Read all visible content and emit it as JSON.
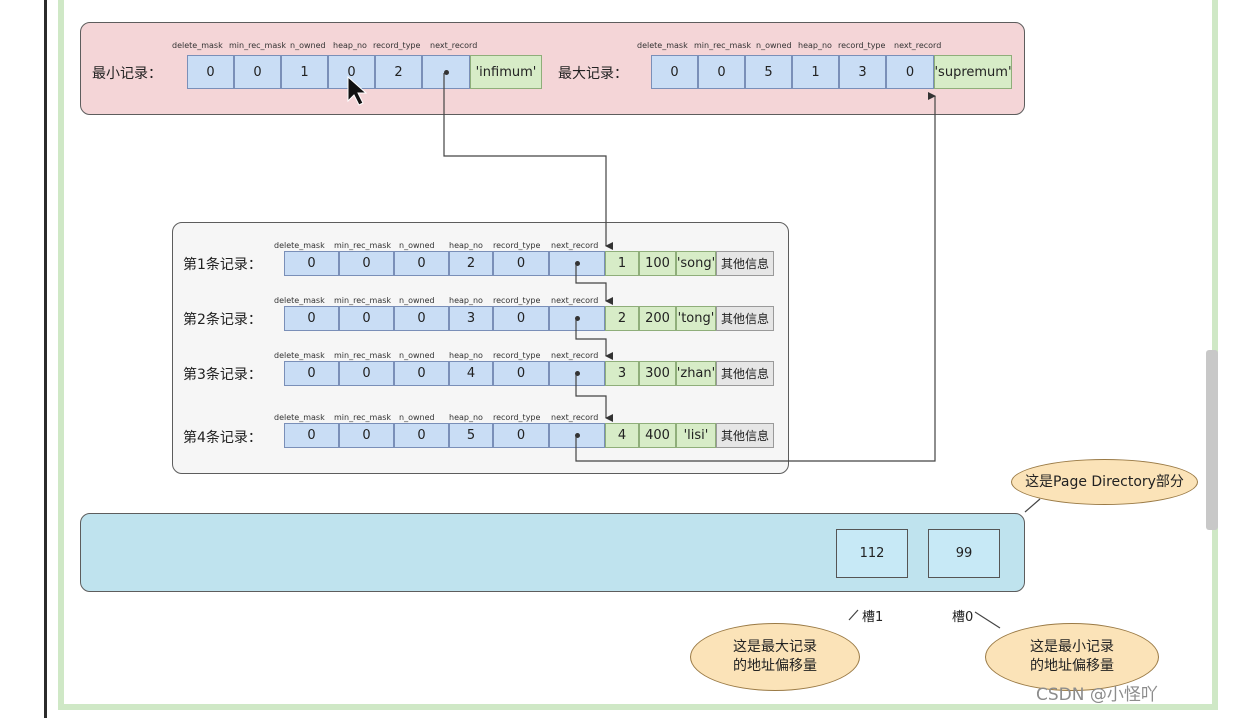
{
  "field_headers": [
    "delete_mask",
    "min_rec_mask",
    "n_owned",
    "heap_no",
    "record_type",
    "next_record"
  ],
  "infimum": {
    "label": "最小记录：",
    "values": [
      "0",
      "0",
      "1",
      "0",
      "2"
    ],
    "name": "'infimum'"
  },
  "supremum": {
    "label": "最大记录：",
    "values": [
      "0",
      "0",
      "5",
      "1",
      "3",
      "0"
    ],
    "name": "'supremum'"
  },
  "records": [
    {
      "label": "第1条记录：",
      "values": [
        "0",
        "0",
        "0",
        "2",
        "0"
      ],
      "c1": "1",
      "c2": "100",
      "c3": "'song'",
      "c4": "其他信息"
    },
    {
      "label": "第2条记录：",
      "values": [
        "0",
        "0",
        "0",
        "3",
        "0"
      ],
      "c1": "2",
      "c2": "200",
      "c3": "'tong'",
      "c4": "其他信息"
    },
    {
      "label": "第3条记录：",
      "values": [
        "0",
        "0",
        "0",
        "4",
        "0"
      ],
      "c1": "3",
      "c2": "300",
      "c3": "'zhan'",
      "c4": "其他信息"
    },
    {
      "label": "第4条记录：",
      "values": [
        "0",
        "0",
        "0",
        "5",
        "0"
      ],
      "c1": "4",
      "c2": "400",
      "c3": "'lisi'",
      "c4": "其他信息"
    }
  ],
  "page_directory": {
    "slots": [
      {
        "value": "112",
        "label": "槽1"
      },
      {
        "value": "99",
        "label": "槽0"
      }
    ]
  },
  "callouts": {
    "page_directory": "这是Page Directory部分",
    "max_offset": [
      "这是最大记录",
      "的地址偏移量"
    ],
    "min_offset": [
      "这是最小记录",
      "的地址偏移量"
    ]
  },
  "watermark": "CSDN @小怪吖",
  "colors": {
    "top_panel": "#f4d5d7",
    "record_panel": "#f6f6f6",
    "directory_panel": "#bfe3ee",
    "field_cell": "#c9ddf5",
    "data_cell": "#d7ecc7",
    "extra_cell": "#e6e6e6",
    "callout": "#fbe3b8"
  }
}
